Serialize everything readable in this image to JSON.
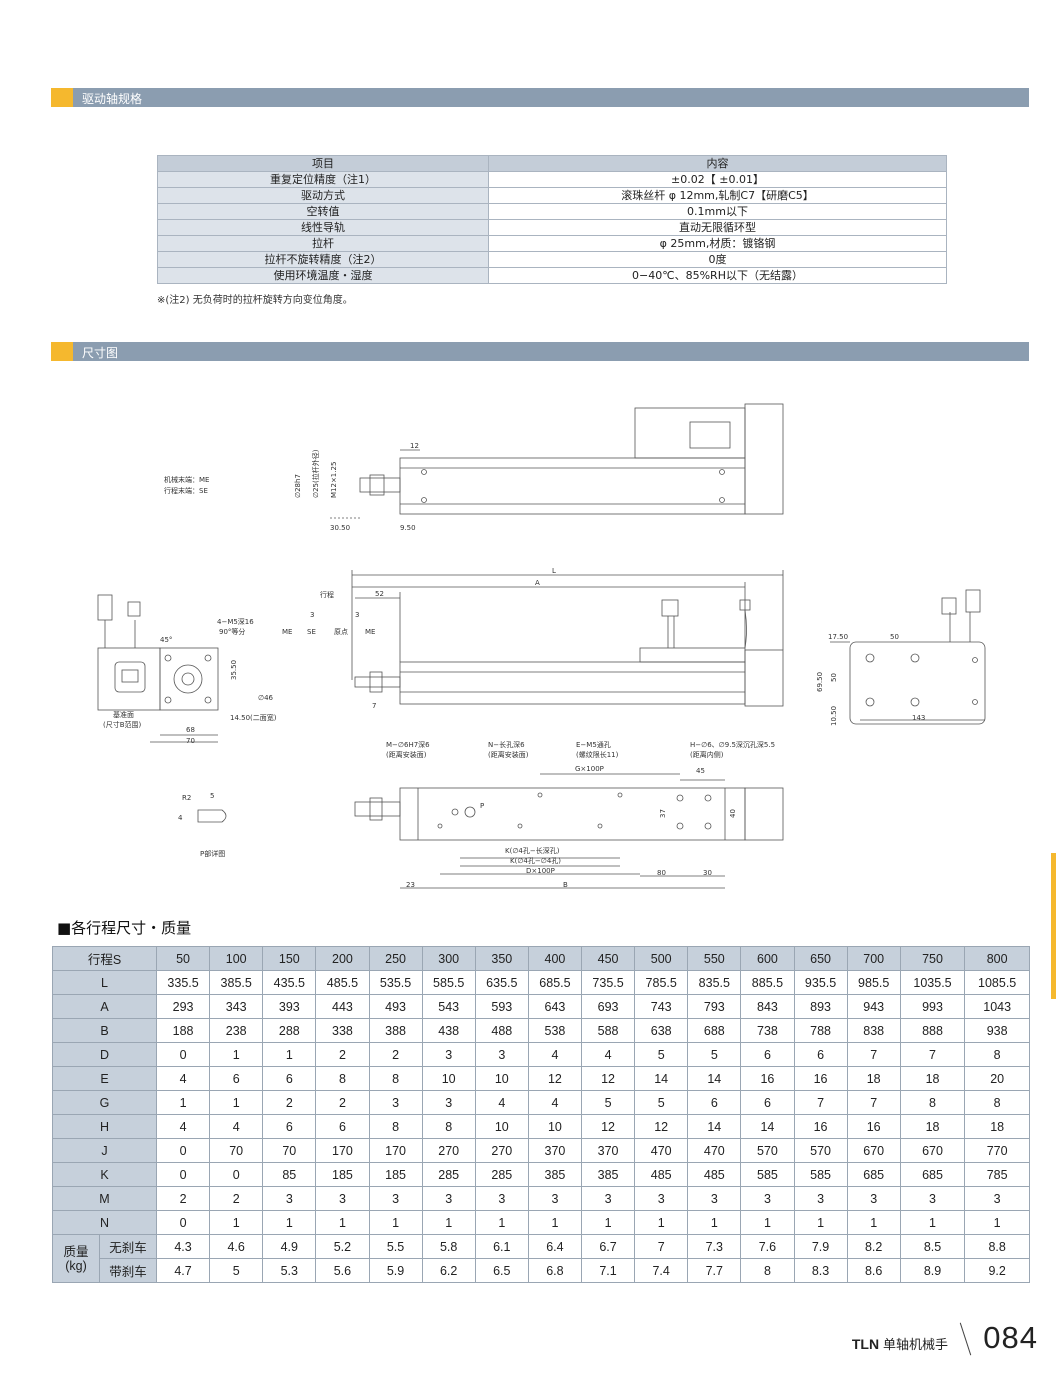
{
  "section1": {
    "title": "驱动轴规格"
  },
  "spec_table": {
    "header": [
      "项目",
      "内容"
    ],
    "rows": [
      [
        "重复定位精度（注1）",
        "±0.02【 ±0.01】"
      ],
      [
        "驱动方式",
        "滚珠丝杆 φ 12mm,轧制C7【研磨C5】"
      ],
      [
        "空转值",
        "0.1mm以下"
      ],
      [
        "线性导轨",
        "直动无限循环型"
      ],
      [
        "拉杆",
        "φ 25mm,材质：镀铬钢"
      ],
      [
        "拉杆不旋转精度（注2）",
        "0度"
      ],
      [
        "使用环境温度・湿度",
        "0−40℃、85%RH以下（无结露）"
      ]
    ]
  },
  "note": "※(注2) 无负荷时的拉杆旋转方向变位角度。",
  "section2": {
    "title": "尺寸图"
  },
  "drawing": {
    "labels": {
      "me_end": "机械末端：ME",
      "se_end": "行程末端：SE",
      "d1": "12",
      "d2": "30.50",
      "d3": "9.50",
      "dia_rod": "∅28h7",
      "dia_rod2": "∅25(拉杆外径)",
      "thread": "M12×1.25",
      "L": "L",
      "A": "A",
      "stroke": "行程",
      "d52": "52",
      "d3a": "3",
      "d3b": "3",
      "ME": "ME",
      "SE": "SE",
      "origin": "原点",
      "d7": "7",
      "m5": "4−M5深16",
      "equal": "90°等分",
      "ang45": "45°",
      "d35": "35.50",
      "d46": "∅46",
      "d145": "14.50(二面宽)",
      "d68": "68",
      "d70": "70",
      "base": "基准面",
      "base2": "(尺寸B范围)",
      "d1750": "17.50",
      "d50": "50",
      "d6950": "69.50",
      "d50b": "50",
      "d1050": "10.50",
      "d143": "143",
      "m_hole": "M−∅6H7深6",
      "m_hole2": "(距离安装面)",
      "n_hole": "N−长孔深6",
      "n_hole2": "(距离安装面)",
      "e_hole": "E−M5通孔",
      "e_hole2": "(螺纹限长11)",
      "h_hole": "H−∅6、∅9.5深沉孔深5.5",
      "h_hole2": "(距离内侧)",
      "g100": "G×100P",
      "d45": "45",
      "d37": "37",
      "d40": "40",
      "k_slot": "K(∅4孔−长深孔)",
      "k_hole": "K(∅4孔−∅4孔)",
      "d100": "D×100P",
      "d80": "80",
      "d30": "30",
      "d23": "23",
      "B": "B",
      "r2": "R2",
      "d5": "5",
      "d4": "4",
      "p_detail": "P部详图",
      "P": "P"
    }
  },
  "dim_table": {
    "title": "■各行程尺寸・质量",
    "header_label": "行程S",
    "strokes": [
      "50",
      "100",
      "150",
      "200",
      "250",
      "300",
      "350",
      "400",
      "450",
      "500",
      "550",
      "600",
      "650",
      "700",
      "750",
      "800"
    ],
    "rows": [
      {
        "label": "L",
        "values": [
          "335.5",
          "385.5",
          "435.5",
          "485.5",
          "535.5",
          "585.5",
          "635.5",
          "685.5",
          "735.5",
          "785.5",
          "835.5",
          "885.5",
          "935.5",
          "985.5",
          "1035.5",
          "1085.5"
        ]
      },
      {
        "label": "A",
        "values": [
          "293",
          "343",
          "393",
          "443",
          "493",
          "543",
          "593",
          "643",
          "693",
          "743",
          "793",
          "843",
          "893",
          "943",
          "993",
          "1043"
        ]
      },
      {
        "label": "B",
        "values": [
          "188",
          "238",
          "288",
          "338",
          "388",
          "438",
          "488",
          "538",
          "588",
          "638",
          "688",
          "738",
          "788",
          "838",
          "888",
          "938"
        ]
      },
      {
        "label": "D",
        "values": [
          "0",
          "1",
          "1",
          "2",
          "2",
          "3",
          "3",
          "4",
          "4",
          "5",
          "5",
          "6",
          "6",
          "7",
          "7",
          "8"
        ]
      },
      {
        "label": "E",
        "values": [
          "4",
          "6",
          "6",
          "8",
          "8",
          "10",
          "10",
          "12",
          "12",
          "14",
          "14",
          "16",
          "16",
          "18",
          "18",
          "20"
        ]
      },
      {
        "label": "G",
        "values": [
          "1",
          "1",
          "2",
          "2",
          "3",
          "3",
          "4",
          "4",
          "5",
          "5",
          "6",
          "6",
          "7",
          "7",
          "8",
          "8"
        ]
      },
      {
        "label": "H",
        "values": [
          "4",
          "4",
          "6",
          "6",
          "8",
          "8",
          "10",
          "10",
          "12",
          "12",
          "14",
          "14",
          "16",
          "16",
          "18",
          "18"
        ]
      },
      {
        "label": "J",
        "values": [
          "0",
          "70",
          "70",
          "170",
          "170",
          "270",
          "270",
          "370",
          "370",
          "470",
          "470",
          "570",
          "570",
          "670",
          "670",
          "770"
        ]
      },
      {
        "label": "K",
        "values": [
          "0",
          "0",
          "85",
          "185",
          "185",
          "285",
          "285",
          "385",
          "385",
          "485",
          "485",
          "585",
          "585",
          "685",
          "685",
          "785"
        ]
      },
      {
        "label": "M",
        "values": [
          "2",
          "2",
          "3",
          "3",
          "3",
          "3",
          "3",
          "3",
          "3",
          "3",
          "3",
          "3",
          "3",
          "3",
          "3",
          "3"
        ]
      },
      {
        "label": "N",
        "values": [
          "0",
          "1",
          "1",
          "1",
          "1",
          "1",
          "1",
          "1",
          "1",
          "1",
          "1",
          "1",
          "1",
          "1",
          "1",
          "1"
        ]
      }
    ],
    "mass": {
      "label_line1": "质量",
      "label_line2": "(kg)",
      "rows": [
        {
          "label": "无刹车",
          "values": [
            "4.3",
            "4.6",
            "4.9",
            "5.2",
            "5.5",
            "5.8",
            "6.1",
            "6.4",
            "6.7",
            "7",
            "7.3",
            "7.6",
            "7.9",
            "8.2",
            "8.5",
            "8.8"
          ]
        },
        {
          "label": "带刹车",
          "values": [
            "4.7",
            "5",
            "5.3",
            "5.6",
            "5.9",
            "6.2",
            "6.5",
            "6.8",
            "7.1",
            "7.4",
            "7.7",
            "8",
            "8.3",
            "8.6",
            "8.9",
            "9.2"
          ]
        }
      ]
    }
  },
  "footer": {
    "brand": "TLN",
    "suffix": "单轴机械手",
    "page": "084"
  },
  "colors": {
    "section_bar": "#8b9db0",
    "accent": "#f5b82e",
    "table_header": "#c6d0db"
  }
}
